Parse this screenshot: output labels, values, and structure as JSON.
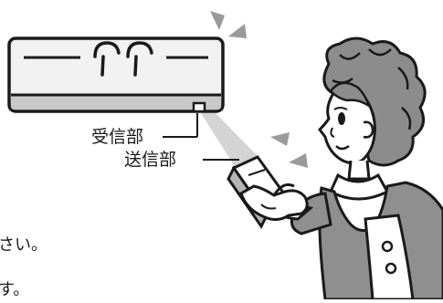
{
  "labels": {
    "receiver": "受信部",
    "transmitter": "送信部"
  },
  "text_fragments": {
    "line1": "さい。",
    "line2": "す。"
  },
  "colors": {
    "ink": "#1a1a1a",
    "unit_body": "#e6e6e6",
    "signal_gray": "#9a9a9a",
    "hair_gray": "#8c8c8c",
    "dress_gray": "#8f8f8f"
  }
}
